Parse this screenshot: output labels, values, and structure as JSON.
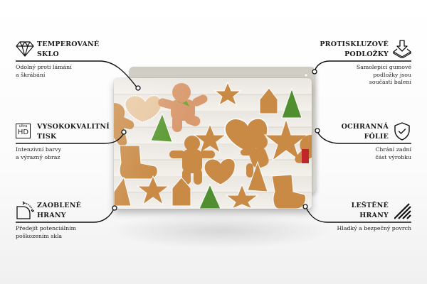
{
  "features": {
    "left": [
      {
        "icon": "diamond-icon",
        "title_line1": "TEMPEROVANÉ",
        "title_line2": "SKLO",
        "desc_line1": "Odolný proti lámání",
        "desc_line2": "a škrábání"
      },
      {
        "icon": "ultra-hd-icon",
        "icon_small_text": "ultra",
        "icon_big_text": "HD",
        "title_line1": "VYSOKOKVALITNÍ",
        "title_line2": "TISK",
        "desc_line1": "Intenzivní barvy",
        "desc_line2": "a výrazný obraz"
      },
      {
        "icon": "rounded-corner-icon",
        "title_line1": "ZAOBLENÉ",
        "title_line2": "HRANY",
        "desc_line1": "Předejít potenciálním",
        "desc_line2": "poškozením skla"
      }
    ],
    "right": [
      {
        "icon": "anti-slip-pad-icon",
        "title_line1": "PROTISKLUZOVÉ",
        "title_line2": "PODLOŽKY",
        "desc_line1": "Samolepicí gumové",
        "desc_line2": "podložky jsou",
        "desc_line3": "součástí balení"
      },
      {
        "icon": "shield-check-icon",
        "title_line1": "OCHRANNÁ",
        "title_line2": "FÓLIE",
        "desc_line1": "Chrání zadní",
        "desc_line2": "část výrobku"
      },
      {
        "icon": "polished-edge-icon",
        "title_line1": "LEŠTĚNÉ",
        "title_line2": "HRANY",
        "desc_line1": "Hladký a bezpečný povrch"
      }
    ]
  },
  "product": {
    "image_subject": "Gingerbread cookies on white wooden boards",
    "colors": {
      "cookie": "#c98a45",
      "icing": "#ffffff",
      "tree_green": "#4f8f2f",
      "board": "#efebe6",
      "back_panel": "#d6d3ca"
    }
  }
}
